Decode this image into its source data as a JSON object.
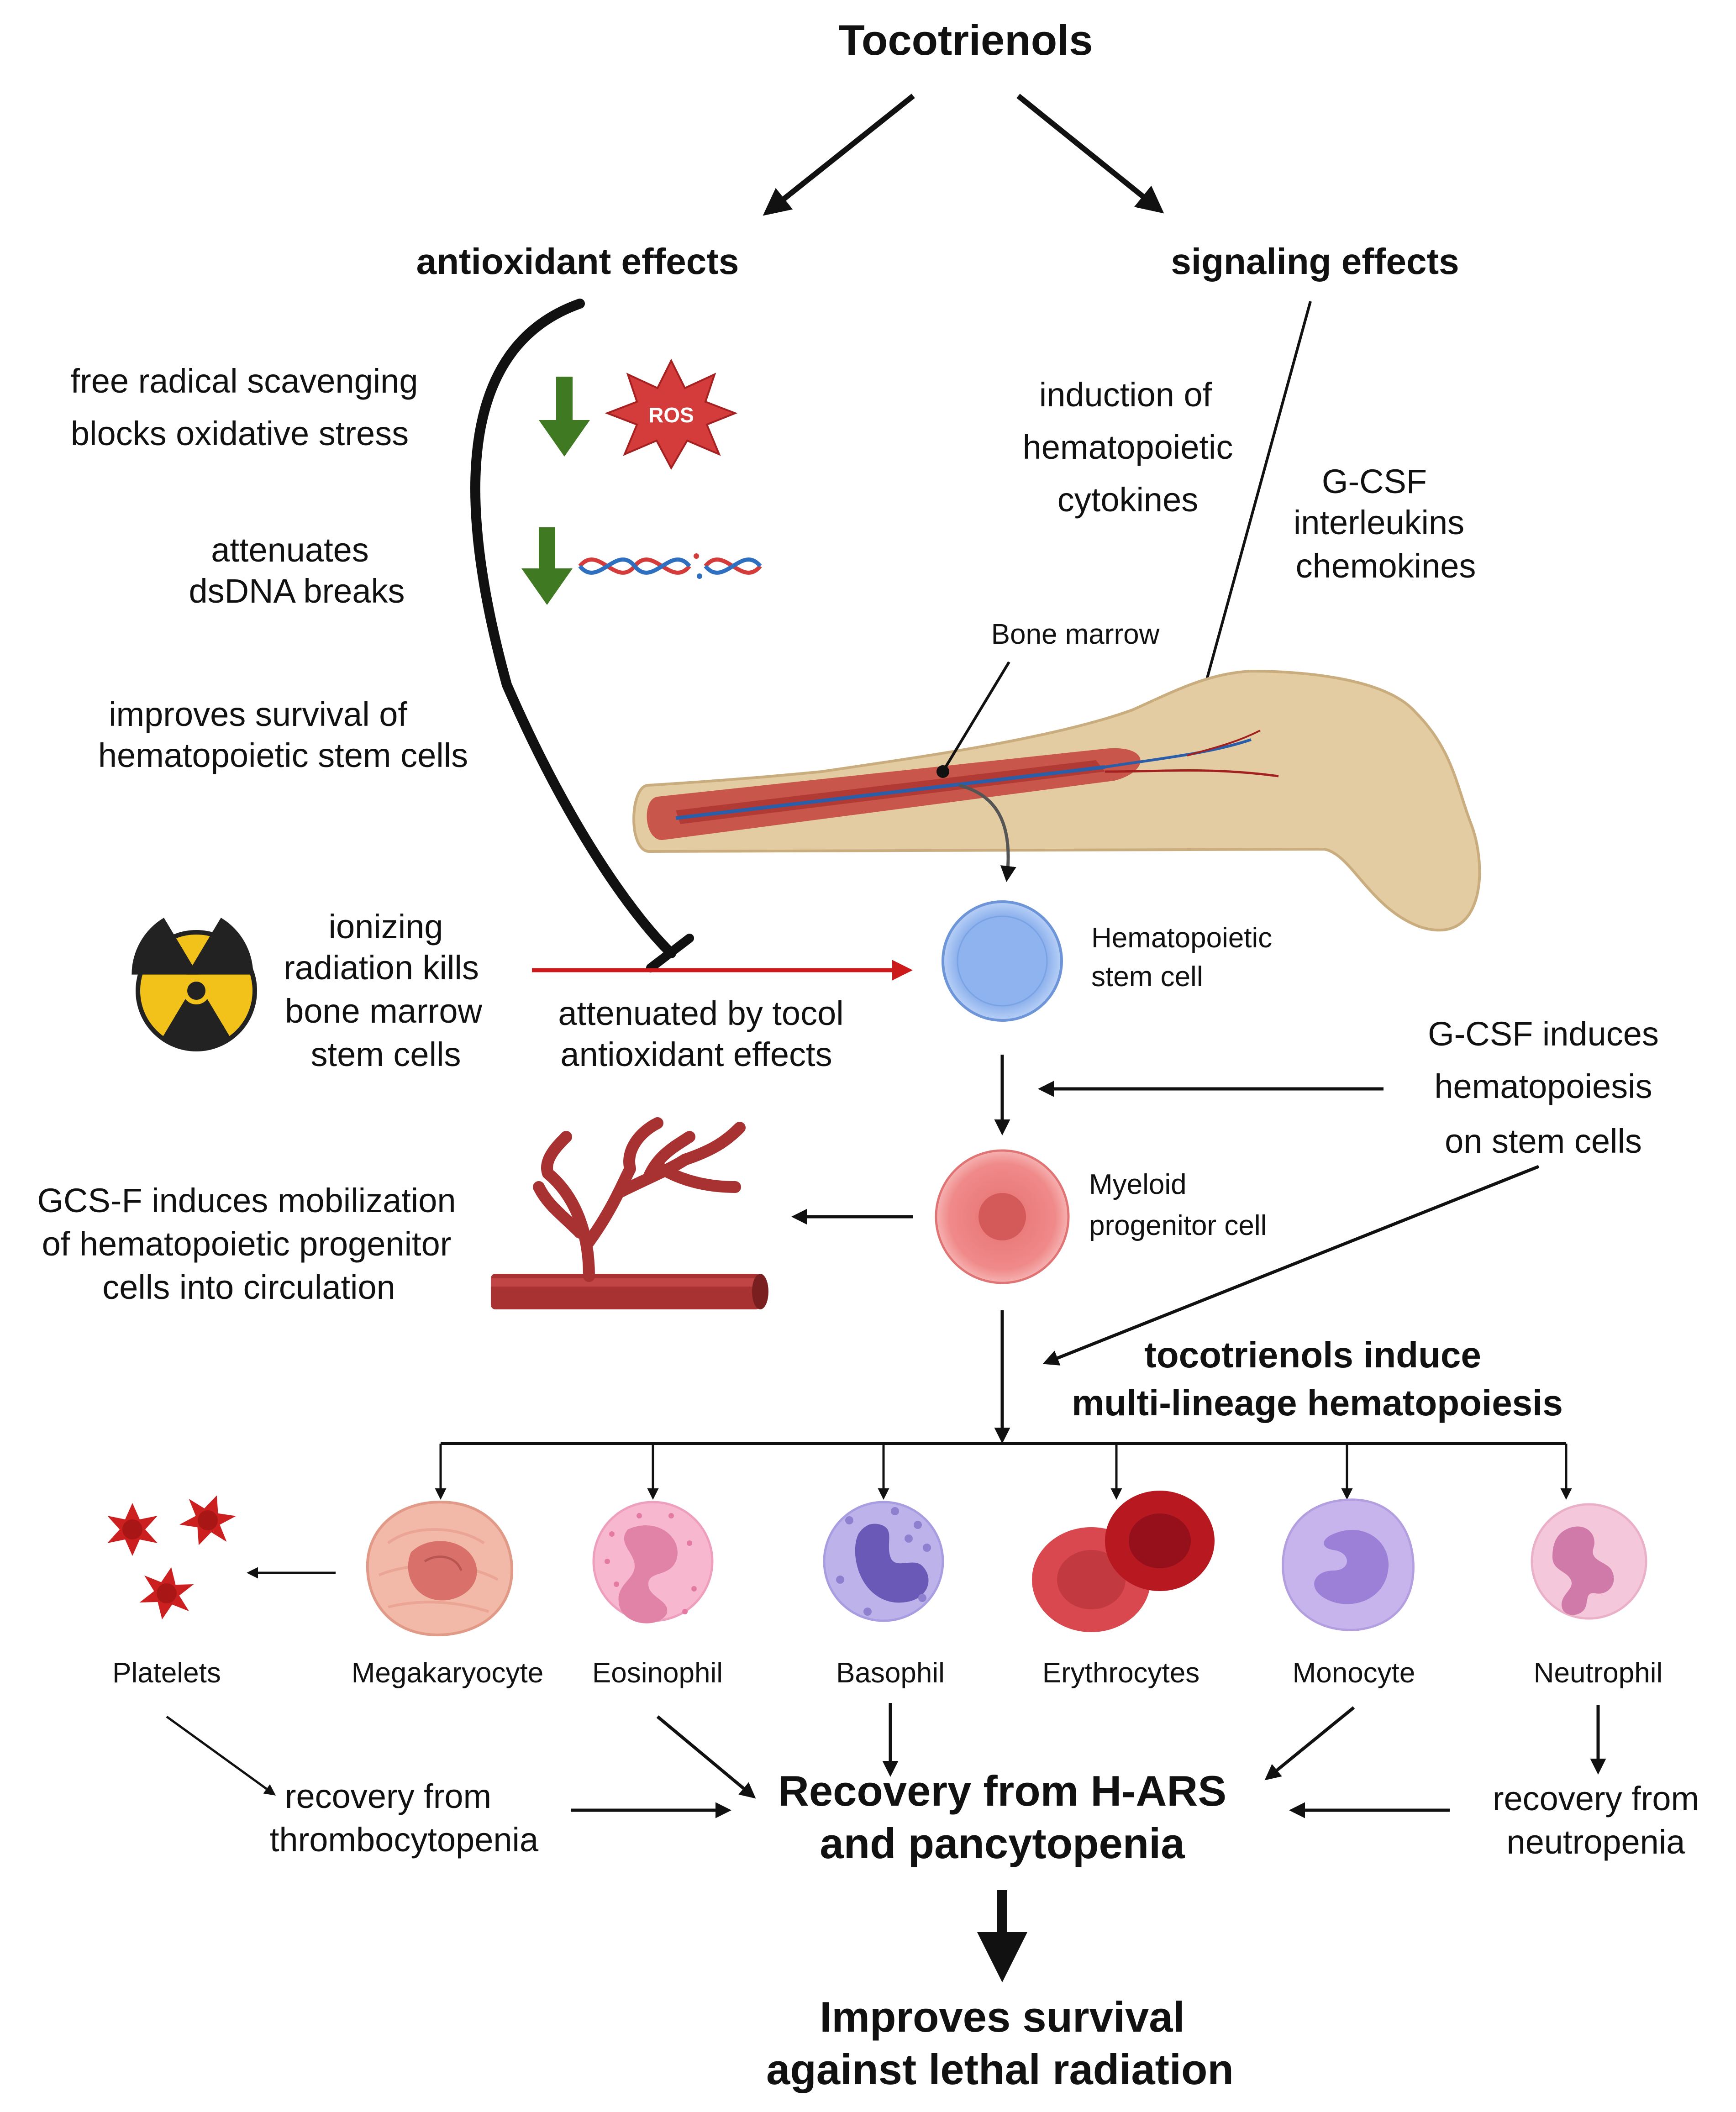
{
  "title": "Tocotrienols",
  "branches": {
    "antioxidant": "antioxidant effects",
    "signaling": "signaling effects"
  },
  "antioxidant_notes": {
    "scavenging_line1": "free radical scavenging",
    "scavenging_line2": "blocks oxidative stress",
    "ros_label": "ROS",
    "dna_line1": "attenuates",
    "dna_line2": "dsDNA breaks",
    "survival_line1": "improves survival of",
    "survival_line2": "hematopoietic stem cells"
  },
  "signaling_notes": {
    "cytokines_line1": "induction of",
    "cytokines_line2": "hematopoietic",
    "cytokines_line3": "cytokines",
    "factors_line1": "G-CSF",
    "factors_line2": "interleukins",
    "factors_line3": "chemokines"
  },
  "bone_marrow_label": "Bone marrow",
  "radiation": {
    "line1": "ionizing",
    "line2": "radiation kills",
    "line3": "bone marrow",
    "line4": "stem cells",
    "attenuated_line1": "attenuated by tocol",
    "attenuated_line2": "antioxidant effects"
  },
  "stem_cell": {
    "line1": "Hematopoietic",
    "line2": "stem cell"
  },
  "gcsf_induces": {
    "line1": "G-CSF induces",
    "line2": "hematopoiesis",
    "line3": "on stem cells"
  },
  "progenitor": {
    "line1": "Myeloid",
    "line2": "progenitor cell"
  },
  "mobilization": {
    "line1": "GCS-F induces mobilization",
    "line2": "of hematopoietic progenitor",
    "line3": "cells into circulation"
  },
  "multi_lineage": {
    "line1": "tocotrienols induce",
    "line2": "multi-lineage hematopoiesis"
  },
  "cells": [
    "Platelets",
    "Megakaryocyte",
    "Eosinophil",
    "Basophil",
    "Erythrocytes",
    "Monocyte",
    "Neutrophil"
  ],
  "recovery_thrombo": {
    "line1": "recovery from",
    "line2": "thrombocytopenia"
  },
  "recovery_neutro": {
    "line1": "recovery from",
    "line2": "neutropenia"
  },
  "recovery_main": {
    "line1": "Recovery from H-ARS",
    "line2": "and pancytopenia"
  },
  "final": {
    "line1": "Improves survival",
    "line2": "against lethal radiation"
  },
  "colors": {
    "arrow_dark": "#111111",
    "arrow_red": "#cc1a1a",
    "arrow_green": "#3f7a22",
    "stem_blue": "#8fb3ee",
    "progenitor_pink": "#f08a8a",
    "bone": "#e3cba2",
    "marrow": "#c8564a",
    "platelet_red": "#cc2020",
    "radiation_yellow": "#f2c21b"
  }
}
